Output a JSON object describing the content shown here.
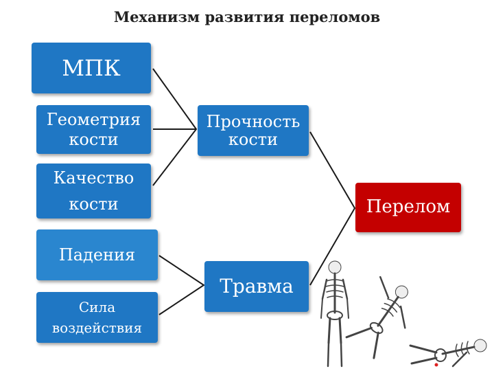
{
  "title": "Механизм развития переломов",
  "boxes": {
    "bmd": "МПК",
    "geometry": "Геометрия кости",
    "quality": "Качество кости",
    "strength": "Прочность кости",
    "fracture": "Перелом",
    "falls": "Падения",
    "force": "Сила воздействия",
    "trauma": "Травма"
  },
  "colors": {
    "box_blue": "#1f77c4",
    "box_red": "#c40000",
    "connector": "#1a1a1a"
  },
  "illustration": "skeleton-figures"
}
